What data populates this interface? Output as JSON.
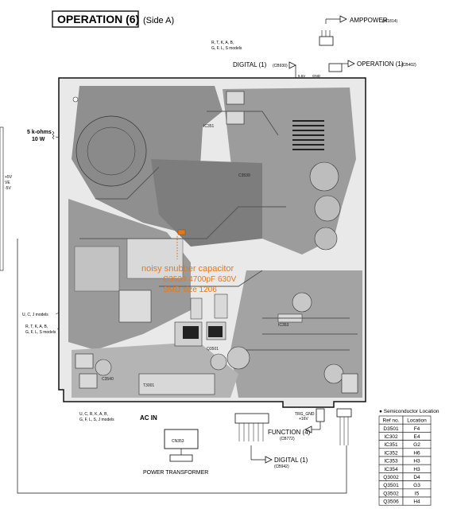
{
  "header": {
    "title": "OPERATION (6)",
    "subtitle": "(Side A)"
  },
  "connectors": {
    "ampower": "AMPPOWER",
    "ampower_ref": "(W1814)",
    "digital_top": "DIGITAL (1)",
    "digital_top_ref": "(CB930)",
    "operation": "OPERATION (1)",
    "operation_ref": "(CB402)",
    "function": "FUNCTION (4)",
    "function_ref": "(CB772)",
    "digital_bottom": "DIGITAL (1)",
    "digital_bottom_ref": "(CB942)"
  },
  "labels": {
    "models_top_1": "R, T, K, A, B,",
    "models_top_2": "G, F, L, S models",
    "resistor_1": "5 k-ohms",
    "resistor_2": "10 W",
    "left_rail": [
      "+5V",
      "VE",
      "-5V"
    ],
    "uc_j_models": "U, C, J models",
    "models_left_1": "R, T, K, A, B,",
    "models_left_2": "G, F, L, S models",
    "models_bottom_1": "U, C, R, K, A, B,",
    "models_bottom_2": "G, F, L, S, J models",
    "ac_in": "AC IN",
    "power_transformer": "POWER TRANSFORMER",
    "v5_label": "5.6V",
    "gnd_label": "GND",
    "trg_gnd": "TRG_GND",
    "trg_16v": "+16V"
  },
  "annotation": {
    "line1": "noisy snubber capacitor",
    "line2": "C3539   4700pF  630V",
    "line3": "SMD size 1206",
    "color": "#e07a1f"
  },
  "semiconductor_table": {
    "title": "● Semiconductor Location",
    "headers": [
      "Ref no.",
      "Location"
    ],
    "rows": [
      [
        "D3501",
        "F4"
      ],
      [
        "IC302",
        "E4"
      ],
      [
        "IC351",
        "G2"
      ],
      [
        "IC352",
        "H6"
      ],
      [
        "IC353",
        "H3"
      ],
      [
        "IC354",
        "H3"
      ],
      [
        "Q3002",
        "D4"
      ],
      [
        "Q3501",
        "G3"
      ],
      [
        "Q3502",
        "I5"
      ],
      [
        "Q3506",
        "H4"
      ]
    ]
  },
  "colors": {
    "board": "#8f8f8f",
    "board_light": "#c9c9c9",
    "outline": "#111111",
    "highlight": "#e07a1f"
  }
}
